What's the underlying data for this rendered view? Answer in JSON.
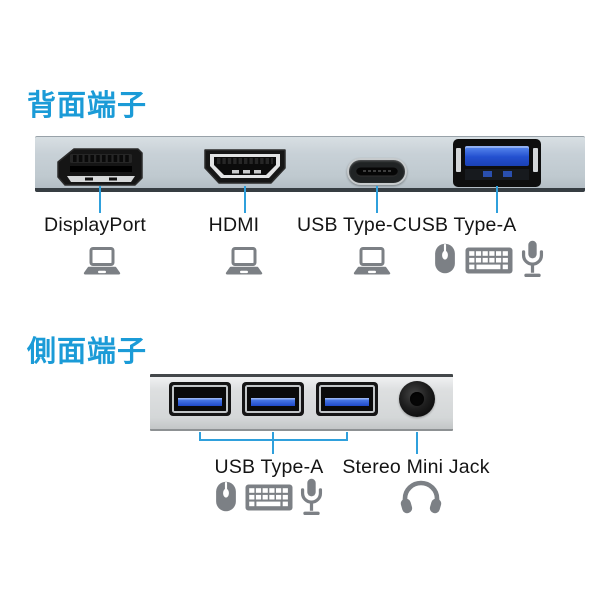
{
  "colors": {
    "accent": "#1B9BD7",
    "leader_line": "#2FA0DC",
    "usb_blue": "#2350CF",
    "rear_panel_gray": "#C6CFD5",
    "side_panel_silver": "#D5D8DA",
    "icon_gray": "#7C8085",
    "label_text": "#141414"
  },
  "rear": {
    "heading": "背面端子",
    "ports": [
      {
        "name": "displayport",
        "label": "DisplayPort",
        "icons": [
          "laptop"
        ]
      },
      {
        "name": "hdmi",
        "label": "HDMI",
        "icons": [
          "laptop"
        ]
      },
      {
        "name": "usb-type-c",
        "label": "USB Type-C",
        "icons": [
          "laptop"
        ]
      },
      {
        "name": "usb-type-a",
        "label": "USB Type-A",
        "icons": [
          "mouse",
          "keyboard",
          "microphone"
        ]
      }
    ]
  },
  "side": {
    "heading": "側面端子",
    "usb_port_count": 3,
    "ports": [
      {
        "name": "usb-type-a",
        "label": "USB Type-A",
        "icons": [
          "mouse",
          "keyboard",
          "microphone"
        ]
      },
      {
        "name": "stereo-mini-jack",
        "label": "Stereo Mini Jack",
        "icons": [
          "headphones"
        ]
      }
    ]
  }
}
